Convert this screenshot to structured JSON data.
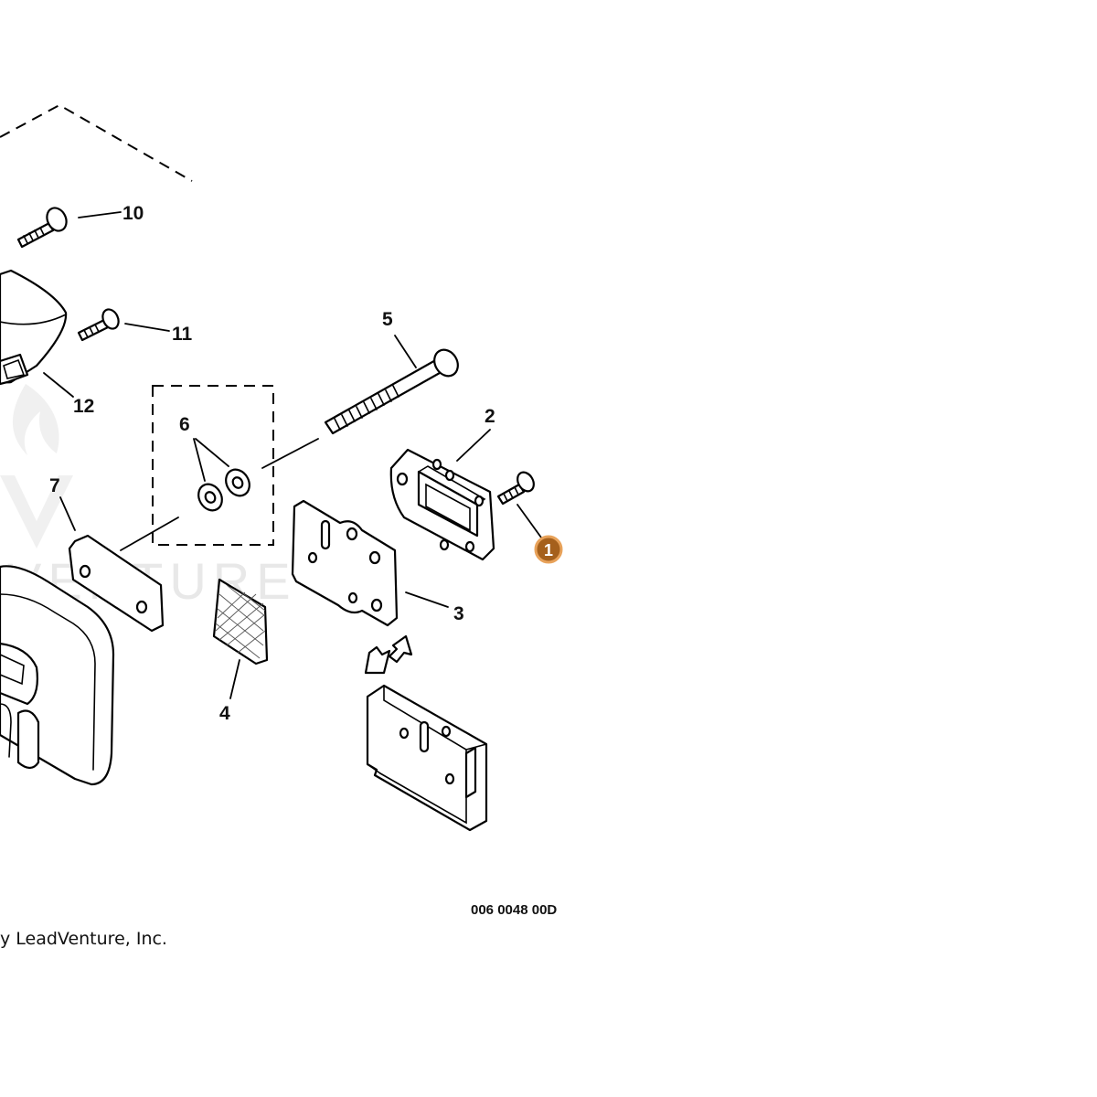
{
  "callouts": {
    "c1": "1",
    "c2": "2",
    "c3": "3",
    "c4": "4",
    "c5": "5",
    "c6": "6",
    "c7": "7",
    "c10": "10",
    "c11": "11",
    "c12": "12"
  },
  "reference_code": "006 0048 00D",
  "copyright": "y LeadVenture, Inc.",
  "watermark": "VENTURE",
  "colors": {
    "line": "#000000",
    "badge_fill": "#a5601c",
    "badge_ring": "#e8a25a",
    "watermark": "#e8e8e8"
  }
}
